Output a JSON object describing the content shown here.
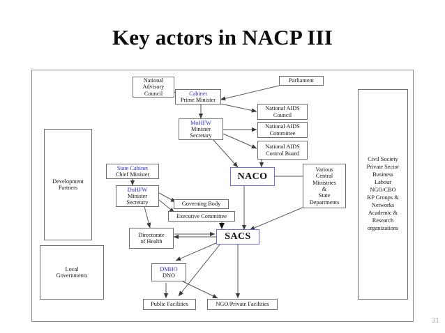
{
  "slide": {
    "title": "Key actors in NACP III",
    "page_number": "31",
    "accent_blue": "#2b2bd8",
    "frame_color": "#8a8a8a"
  },
  "nodes": {
    "national_advisory_council": {
      "lines": [
        "National",
        "Advisory",
        "Council"
      ]
    },
    "cabinet": {
      "lines": [
        "Cabinet",
        "Prime Minister"
      ]
    },
    "parliament": {
      "lines": [
        "Parliament"
      ]
    },
    "national_aids_council": {
      "lines": [
        "National AIDS",
        "Council"
      ]
    },
    "national_aids_committee": {
      "lines": [
        "National AIDS",
        "Committee"
      ]
    },
    "national_aids_control_board": {
      "lines": [
        "National AIDS",
        "Control Board"
      ]
    },
    "mohfw": {
      "lines": [
        "MoHFW",
        "Minister",
        "Secretary"
      ]
    },
    "naco": {
      "lines": [
        "NACO"
      ]
    },
    "various_ministries": {
      "lines": [
        "Various",
        "Central",
        "Ministries",
        "&",
        "State",
        "Departments"
      ]
    },
    "state_cabinet": {
      "lines": [
        "State Cabinet",
        "Chief Minister"
      ]
    },
    "dohfw": {
      "lines": [
        "DoHFW",
        "Minister",
        "Secretary"
      ]
    },
    "governing_body": {
      "lines": [
        "Governing Body"
      ]
    },
    "executive_committee": {
      "lines": [
        "Executive Committee"
      ]
    },
    "directorate_of_health": {
      "lines": [
        "Directorate",
        "of  Health"
      ]
    },
    "sacs": {
      "lines": [
        "SACS"
      ]
    },
    "dmho": {
      "lines": [
        "DMHO",
        "DNO"
      ]
    },
    "public_facilities": {
      "lines": [
        "Public Facilities"
      ]
    },
    "ngo_private_facilities": {
      "lines": [
        "NGO/Private Facilities"
      ]
    },
    "development_partners": {
      "lines": [
        "Development",
        "Partners"
      ]
    },
    "local_governments": {
      "lines": [
        "Local",
        "Governments"
      ]
    },
    "civil_society": {
      "lines": [
        "Civil Society",
        "Private Sector",
        "Business",
        "Labour",
        "NGO/CBO",
        "KP Groups &",
        "Networks",
        "Academic &",
        "Research",
        "organizations"
      ]
    }
  }
}
